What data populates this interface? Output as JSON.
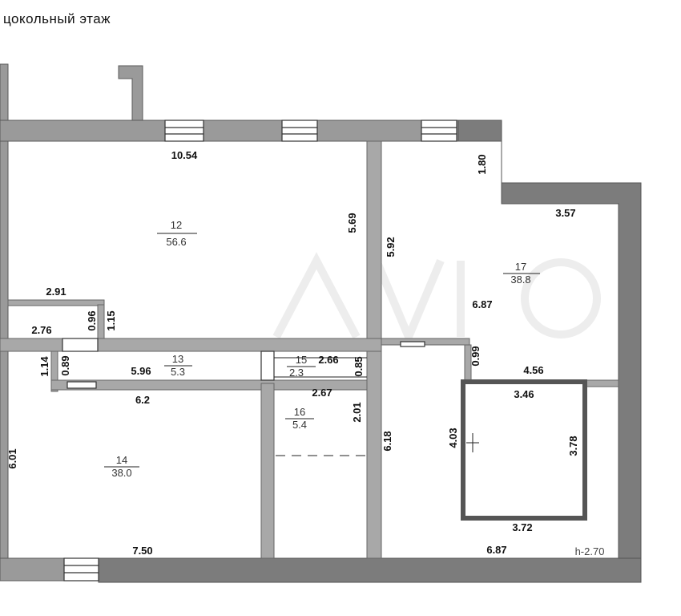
{
  "title": "цокольный этаж",
  "height_mark": "h-2.70",
  "rooms": [
    {
      "number": "12",
      "area": "56.6"
    },
    {
      "number": "13",
      "area": "5.3"
    },
    {
      "number": "14",
      "area": "38.0"
    },
    {
      "number": "15",
      "area": "2.3"
    },
    {
      "number": "16",
      "area": "5.4"
    },
    {
      "number": "17",
      "area": "38.8"
    }
  ],
  "dimensions": {
    "d_10_54": "10.54",
    "d_5_69": "5.69",
    "d_5_92": "5.92",
    "d_1_80": "1.80",
    "d_3_57": "3.57",
    "d_6_87_a": "6.87",
    "d_2_91": "2.91",
    "d_0_96": "0.96",
    "d_1_15": "1.15",
    "d_2_76": "2.76",
    "d_1_14": "1.14",
    "d_0_89": "0.89",
    "d_5_96": "5.96",
    "d_2_66": "2.66",
    "d_0_85": "0.85",
    "d_0_99": "0.99",
    "d_4_56": "4.56",
    "d_6_2": "6.2",
    "d_2_67": "2.67",
    "d_2_01": "2.01",
    "d_6_18": "6.18",
    "d_3_46": "3.46",
    "d_4_03": "4.03",
    "d_3_78": "3.78",
    "d_6_01": "6.01",
    "d_3_72": "3.72",
    "d_7_50": "7.50",
    "d_6_87_b": "6.87"
  }
}
